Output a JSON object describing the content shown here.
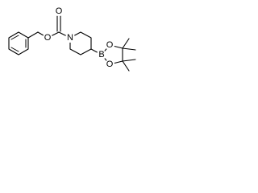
{
  "structure": {
    "atoms": {
      "carbonyl_oxygen": "O",
      "ester_oxygen": "O",
      "piperidine_nitrogen": "N",
      "boron": "B",
      "boronate_oxygen_top": "O",
      "boronate_oxygen_bottom": "O"
    }
  },
  "colors": {
    "bond": "#000000",
    "label": "#000000",
    "background": "#ffffff"
  }
}
